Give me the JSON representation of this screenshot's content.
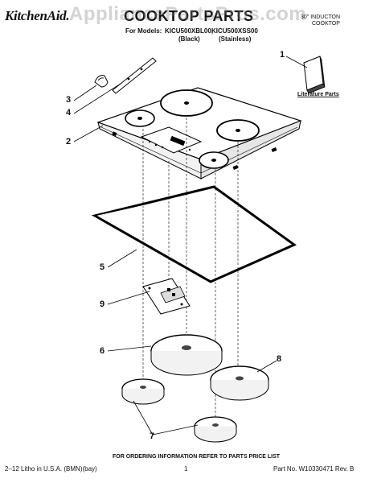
{
  "header": {
    "brand": "KitchenAid.",
    "title": "COOKTOP PARTS",
    "watermark": "AppliancePartsPros.com",
    "subtitle_line1": "30\" INDUCTON",
    "subtitle_line2": "COOKTOP",
    "models_label": "For Models:",
    "model_a": "KICU500XBL00,",
    "model_b": "KICU500XSS00",
    "color_a": "(Black)",
    "color_b": "(Stainless)"
  },
  "callouts": [
    "1",
    "2",
    "3",
    "4",
    "5",
    "6",
    "7",
    "8",
    "9"
  ],
  "literature_label": "Literature Parts",
  "footer": {
    "note": "FOR ORDERING INFORMATION REFER TO PARTS PRICE LIST",
    "left": "2–12 Litho in U.S.A. (BMN)(bay)",
    "center": "1",
    "right": "Part No. W10330471 Rev. B"
  }
}
